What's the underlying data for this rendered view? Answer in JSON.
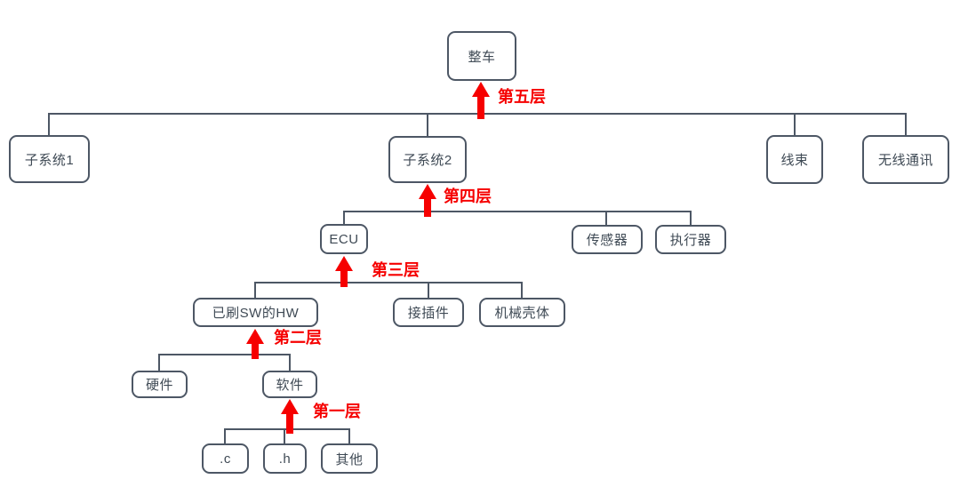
{
  "colors": {
    "accent_red": "#f60000",
    "connector_line": "#4d5765",
    "node_text": "#3f4a55",
    "background": "#ffffff"
  },
  "tree": {
    "nodes": [
      {
        "label": "整车",
        "children": [
          "子系统1",
          "子系统2",
          "线束",
          "无线通讯"
        ]
      },
      {
        "label": "子系统1",
        "children": []
      },
      {
        "label": "子系统2",
        "children": [
          "ECU",
          "传感器",
          "执行器"
        ]
      },
      {
        "label": "线束",
        "children": []
      },
      {
        "label": "无线通讯",
        "children": []
      },
      {
        "label": "ECU",
        "children": [
          "已刷SW的HW",
          "接插件",
          "机械壳体"
        ]
      },
      {
        "label": "传感器",
        "children": []
      },
      {
        "label": "执行器",
        "children": []
      },
      {
        "label": "已刷SW的HW",
        "children": [
          "硬件",
          "软件"
        ]
      },
      {
        "label": "接插件",
        "children": []
      },
      {
        "label": "机械壳体",
        "children": []
      },
      {
        "label": "硬件",
        "children": []
      },
      {
        "label": "软件",
        "children": [
          ".c",
          ".h",
          "其他"
        ]
      },
      {
        "label": ".c",
        "children": []
      },
      {
        "label": ".h",
        "children": []
      },
      {
        "label": "其他",
        "children": []
      }
    ],
    "levels": [
      {
        "label": "第五层",
        "arrow_points_to": "整车"
      },
      {
        "label": "第四层",
        "arrow_points_to": "子系统2"
      },
      {
        "label": "第三层",
        "arrow_points_to": "ECU"
      },
      {
        "label": "第二层",
        "arrow_points_to": "已刷SW的HW"
      },
      {
        "label": "第一层",
        "arrow_points_to": "软件"
      }
    ]
  }
}
